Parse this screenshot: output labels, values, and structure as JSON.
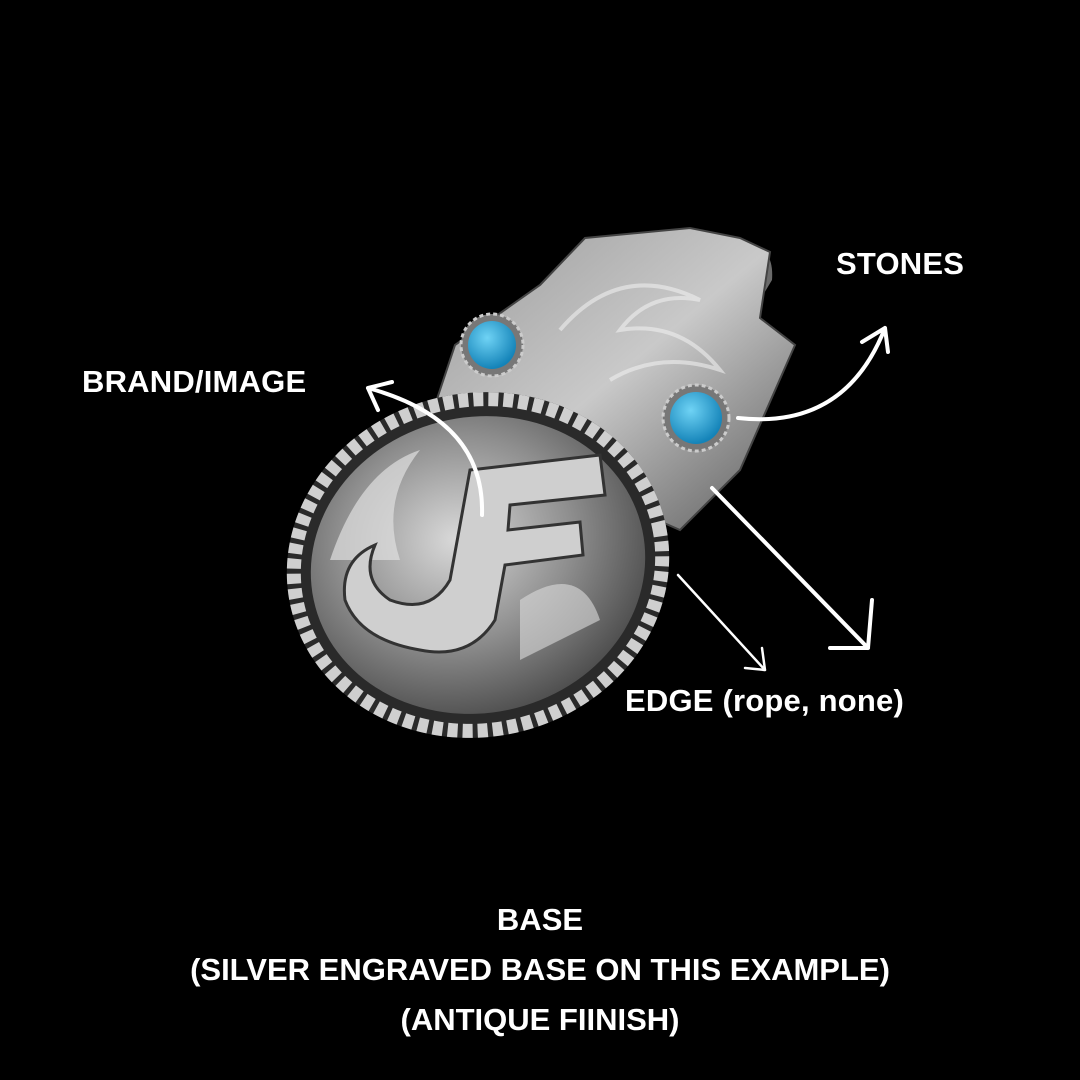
{
  "labels": {
    "brand": "BRAND/IMAGE",
    "stones": "STONES",
    "edge": "EDGE (rope, none)"
  },
  "caption": {
    "line1": "BASE",
    "line2": "(SILVER ENGRAVED BASE ON THIS EXAMPLE)",
    "line3": "(ANTIQUE FIINISH)"
  },
  "colors": {
    "background": "#000000",
    "text": "#ffffff",
    "silver": "#b8b8b8",
    "turquoise": "#1fa6d6"
  }
}
